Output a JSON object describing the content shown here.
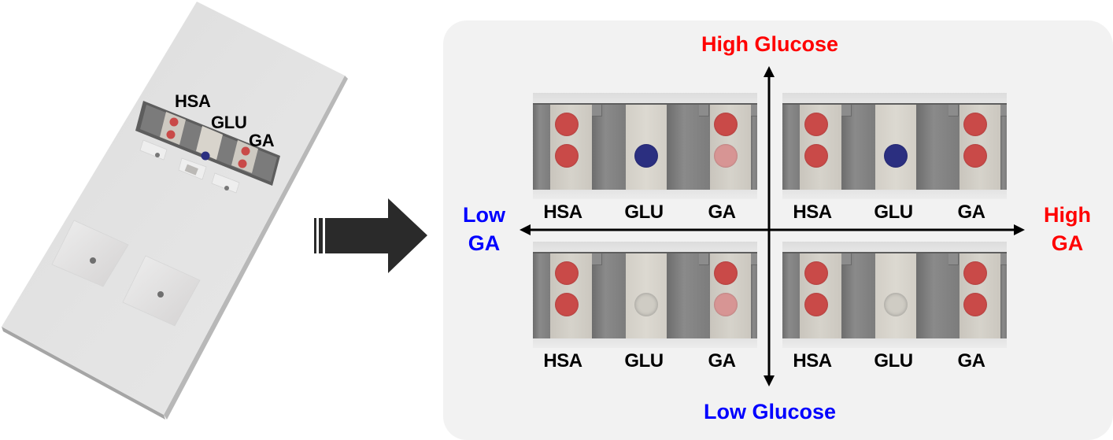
{
  "device": {
    "labels": [
      "HSA",
      "GLU",
      "GA"
    ],
    "strip_dots": {
      "HSA": [
        "red",
        "red"
      ],
      "GLU": [
        "blue"
      ],
      "GA": [
        "red",
        "red"
      ]
    }
  },
  "colors": {
    "high_label": "#ff0000",
    "low_label": "#0000ff",
    "dot_red": "#c94a48",
    "dot_red_faint": "#d79594",
    "dot_blue": "#2b2f80",
    "dot_empty": "#cfccc4",
    "panel_bg": "#f2f2f2",
    "arrow": "#2a2a2a"
  },
  "axes": {
    "top": "High Glucose",
    "bottom": "Low Glucose",
    "left_line1": "Low",
    "left_line2": "GA",
    "right_line1": "High",
    "right_line2": "GA"
  },
  "quadrants": [
    {
      "id": "high-glucose-low-ga",
      "position": "top-left",
      "labels": [
        "HSA",
        "GLU",
        "GA"
      ],
      "dots": {
        "HSA": [
          "red",
          "red"
        ],
        "GLU": [
          "blue"
        ],
        "GA": [
          "red",
          "red_faint"
        ]
      }
    },
    {
      "id": "high-glucose-high-ga",
      "position": "top-right",
      "labels": [
        "HSA",
        "GLU",
        "GA"
      ],
      "dots": {
        "HSA": [
          "red",
          "red"
        ],
        "GLU": [
          "blue"
        ],
        "GA": [
          "red",
          "red"
        ]
      }
    },
    {
      "id": "low-glucose-low-ga",
      "position": "bottom-left",
      "labels": [
        "HSA",
        "GLU",
        "GA"
      ],
      "dots": {
        "HSA": [
          "red",
          "red"
        ],
        "GLU": [
          "empty"
        ],
        "GA": [
          "red",
          "red_faint"
        ]
      }
    },
    {
      "id": "low-glucose-high-ga",
      "position": "bottom-right",
      "labels": [
        "HSA",
        "GLU",
        "GA"
      ],
      "dots": {
        "HSA": [
          "red",
          "red"
        ],
        "GLU": [
          "empty"
        ],
        "GA": [
          "red",
          "red"
        ]
      }
    }
  ]
}
